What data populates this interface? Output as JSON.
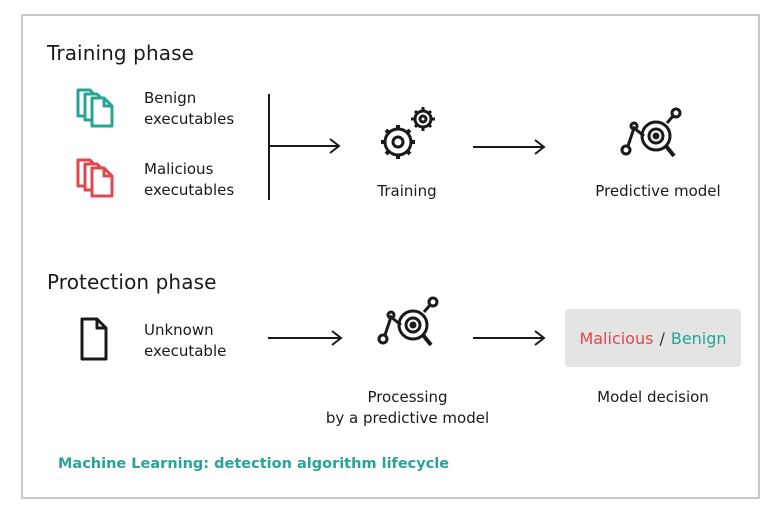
{
  "training": {
    "title": "Training phase",
    "benign_label": "Benign\nexecutables",
    "malicious_label": "Malicious\nexecutables",
    "training_label": "Training",
    "model_label": "Predictive model"
  },
  "protection": {
    "title": "Protection phase",
    "unknown_label": "Unknown\nexecutable",
    "processing_label": "Processing\nby a predictive model",
    "decision_label": "Model decision",
    "decision_malicious": "Malicious",
    "decision_separator": "/",
    "decision_benign": "Benign"
  },
  "caption": "Machine Learning: detection algorithm lifecycle",
  "colors": {
    "teal": "#28a491",
    "red": "#e0474e",
    "dark": "#1a1a1a",
    "box": "#e4e4e4"
  },
  "icons": [
    "benign-files-icon",
    "malicious-files-icon",
    "gears-icon",
    "model-icon",
    "file-icon"
  ]
}
